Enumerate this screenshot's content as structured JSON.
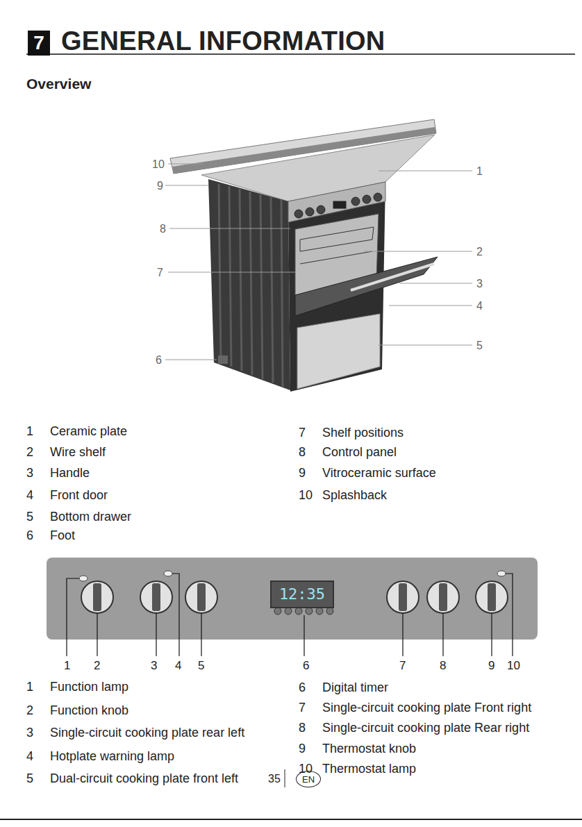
{
  "diagram": {
    "title": "GENERAL INFORMATION",
    "nodes": [
      {
        "text": [
          "7"
        ]
      },
      {
        "text": [
          "12:35"
        ]
      },
      {
        "text": [
          "EN"
        ]
      }
    ],
    "labels": [
      "Overview",
      "10",
      "9",
      "8",
      "7",
      "6",
      "1",
      "2",
      "3",
      "4",
      "5",
      "1",
      "Ceramic plate",
      "2",
      "Wire shelf",
      "3",
      "Handle",
      "4",
      "Front door",
      "5",
      "Bottom drawer",
      "6",
      "Foot",
      "7",
      "Shelf positions",
      "8",
      "Control panel",
      "9",
      "Vitroceramic surface",
      "10",
      "Splashback",
      "1",
      "2",
      "3",
      "4",
      "5",
      "6",
      "7",
      "8",
      "9",
      "10",
      "1",
      "Function lamp",
      "2",
      "Function knob",
      "3",
      "Single-circuit cooking plate rear left",
      "4",
      "Hotplate warning lamp",
      "5",
      "Dual-circuit cooking plate front left",
      "6",
      "Digital timer",
      "7",
      "Single-circuit cooking plate Front right",
      "8",
      "Single-circuit cooking plate Rear right",
      "9",
      "Thermostat knob",
      "10",
      "Thermostat lamp",
      "35"
    ]
  }
}
